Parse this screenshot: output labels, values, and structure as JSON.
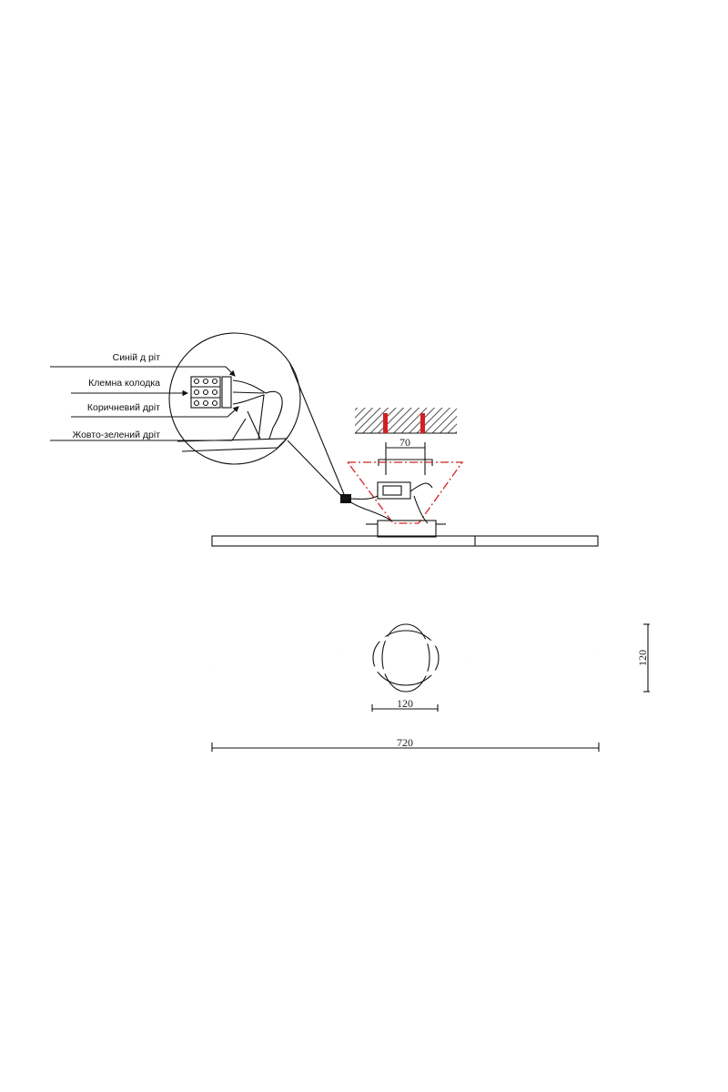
{
  "labels": {
    "blue_wire": "Синій д ріт",
    "terminal_block": "Клемна колодка",
    "brown_wire": "Коричневий дріт",
    "yellow_green_wire": "Жовто-зелений дріт"
  },
  "dimensions": {
    "mount_spacing": "70",
    "canopy_width": "120",
    "total_length": "720",
    "height": "120"
  },
  "colors": {
    "line": "#111111",
    "accent": "#d42020"
  }
}
